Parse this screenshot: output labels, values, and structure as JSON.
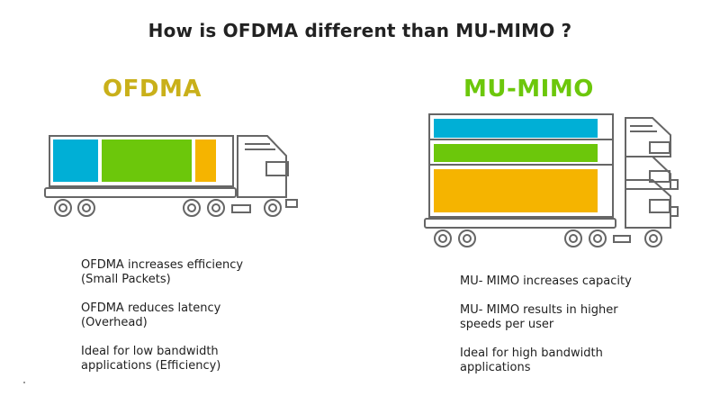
{
  "title": "How is OFDMA different than MU-MIMO ?",
  "colors": {
    "blue": "#00afd6",
    "green": "#6cc70b",
    "orange": "#f5b400",
    "outline": "#666666",
    "ofdma_heading": "#c9b01a",
    "mumimo_heading": "#6cc70b"
  },
  "ofdma": {
    "heading": "OFDMA",
    "points": [
      {
        "line1": "OFDMA increases efficiency",
        "line2": "(Small Packets)"
      },
      {
        "line1": "OFDMA reduces latency",
        "line2": "(Overhead)"
      },
      {
        "line1": "Ideal for low bandwidth",
        "line2": "applications (Efficiency)"
      }
    ]
  },
  "mumimo": {
    "heading": "MU-MIMO",
    "points": [
      {
        "line1": "MU- MIMO increases capacity",
        "line2": ""
      },
      {
        "line1": "MU- MIMO results in higher",
        "line2": "speeds per user"
      },
      {
        "line1": "Ideal for high bandwidth",
        "line2": "applications"
      }
    ]
  }
}
